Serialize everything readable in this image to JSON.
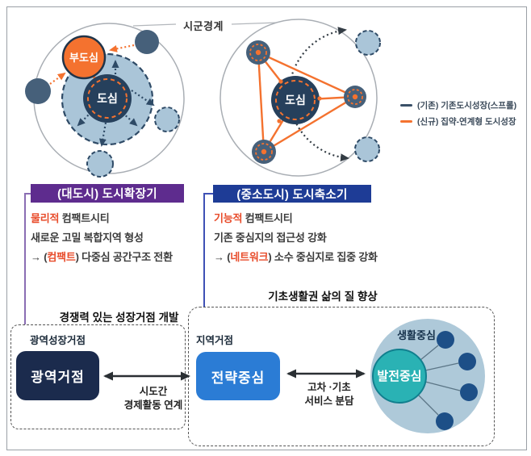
{
  "diagrams": {
    "boundary_label": "시군경계",
    "expansion": {
      "subcenter": "부도심",
      "center": "도심"
    },
    "shrink": {
      "center": "도심"
    }
  },
  "legend": {
    "items": [
      {
        "label": "(기존) 기존도시성장(스프롤)",
        "color": "#3a5068"
      },
      {
        "label": "(신규) 집약-연계형 도시성장",
        "color": "#f4722f"
      }
    ]
  },
  "panel_left": {
    "header": "(대도시) 도시확장기",
    "header_color": "#5e2c8e",
    "row1_hl": "물리적",
    "row1_rest": " 컴팩트시티",
    "row2": "새로운 고밀 복합지역 형성",
    "row3_pre": "→ (",
    "row3_hl": "컴팩트",
    "row3_rest": ") 다중심 공간구조 전환"
  },
  "panel_right": {
    "header": "(중소도시) 도시축소기",
    "header_color": "#1e3c96",
    "row1_hl": "기능적",
    "row1_rest": " 컴팩트시티",
    "row2": "기존 중심지의 접근성 강화",
    "row3_pre": "→ (",
    "row3_hl": "네트워크",
    "row3_rest": ") 소수 중심지로 집중 강화"
  },
  "bottom": {
    "left_title": "경쟁력 있는 성장거점 개발",
    "right_title": "기초생활권 삶의 질 향상",
    "regional_group_label": "광역성장거점",
    "regional_node": "광역거점",
    "regional_node_color": "#1b2b4d",
    "local_group_label": "지역거점",
    "local_node": "전략중심",
    "local_node_color": "#2b7cd5",
    "life_group_label": "생활중심",
    "dev_node": "발전중심",
    "dev_node_color": "#2ab2b4",
    "arrow1_label_line1": "시도간",
    "arrow1_label_line2": "경제활동 연계",
    "arrow2_label_line1": "고차 ·기초",
    "arrow2_label_line2": "서비스 분담"
  },
  "colors": {
    "orange": "#f4722f",
    "navy_center": "#26405c",
    "slate_node": "#46607a",
    "light_blue": "#aac5d8",
    "highlight_red": "#e84c2b",
    "life_circle": "#aec9d9",
    "small_node_blue": "#1d4f87",
    "boundary_gray": "#a9aeb4"
  }
}
